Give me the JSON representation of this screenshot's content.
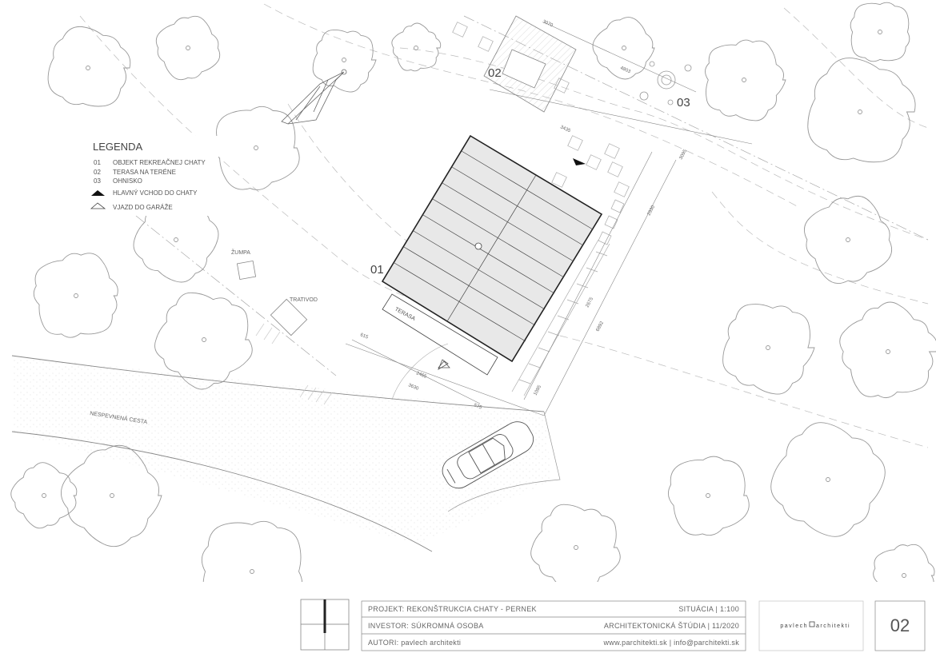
{
  "legend": {
    "title": "LEGENDA",
    "items": [
      {
        "code": "01",
        "text": "OBJEKT REKREAČNEJ CHATY"
      },
      {
        "code": "02",
        "text": "TERASA NA TERÉNE"
      },
      {
        "code": "03",
        "text": "OHNISKO"
      }
    ],
    "symbols": [
      {
        "icon": "filled-triangle-icon",
        "text": "HLAVNÝ VCHOD DO CHATY"
      },
      {
        "icon": "outline-triangle-icon",
        "text": "VJAZD DO GARÁŽE"
      }
    ]
  },
  "plan": {
    "marker_01": "01",
    "marker_02": "02",
    "marker_03": "03",
    "label_terasa": "TERASA",
    "label_zumpa": "ŽUMPA",
    "label_trativod": "TRATIVOD",
    "label_road": "NESPEVNENÁ CESTA",
    "dims": {
      "d615": "615",
      "d2465": "2465",
      "d3630": "3630",
      "d575": "575",
      "d1095": "1095",
      "d2675": "2675",
      "d6892": "6892",
      "d2930": "2930",
      "d3095": "3095",
      "d4803": "4803",
      "d3435": "3435",
      "d3070": "3070"
    }
  },
  "title_block": {
    "project": "PROJEKT: REKONŠTRUKCIA CHATY - PERNEK",
    "drawing": "SITUÁCIA | 1:100",
    "investor": "INVESTOR: SÚKROMNÁ OSOBA",
    "phase": "ARCHITEKTONICKÁ ŠTÚDIA | 11/2020",
    "authors": "AUTORI: pavlech architekti",
    "contact": "www.parchitekti.sk | info@parchitekti.sk",
    "logo_left": "pavlech",
    "logo_right": "architekti",
    "sheet_number": "02"
  }
}
